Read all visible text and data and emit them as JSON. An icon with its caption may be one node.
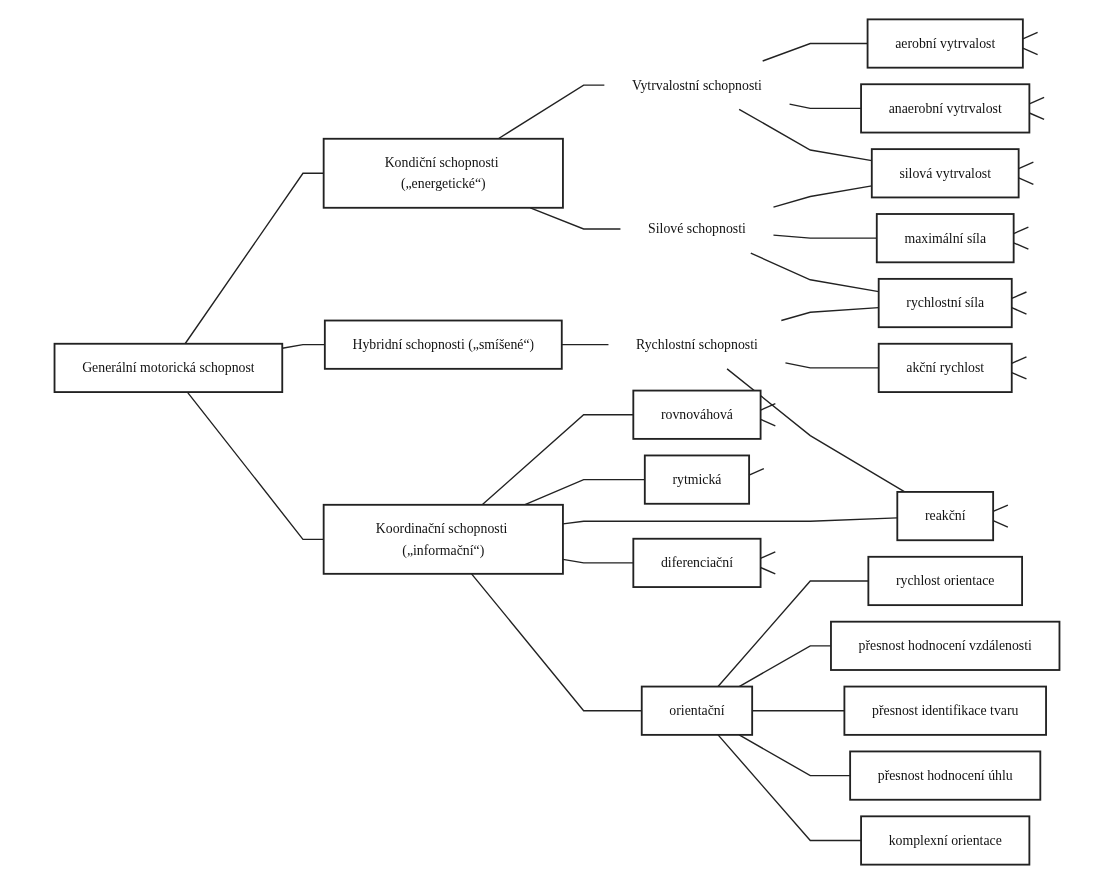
{
  "diagram": {
    "nodes": [
      {
        "text": [
          "Generální motorická schopnost"
        ]
      },
      {
        "text": [
          "Kondiční schopnosti („energetické“)"
        ]
      },
      {
        "text": [
          "Hybridní schopnosti („smíšené“)"
        ]
      },
      {
        "text": [
          "Koordinační schopnosti („informační“)"
        ]
      },
      {
        "text": [
          "Vytrvalostní schopnosti"
        ]
      },
      {
        "text": [
          "Silové schopnosti"
        ]
      },
      {
        "text": [
          "Rychlostní schopnosti"
        ]
      },
      {
        "text": [
          "aerobní vytrvalost"
        ]
      },
      {
        "text": [
          "anaerobní vytrvalost"
        ]
      },
      {
        "text": [
          "silová vytrvalost"
        ]
      },
      {
        "text": [
          "maximální síla"
        ]
      },
      {
        "text": [
          "rychlostní síla"
        ]
      },
      {
        "text": [
          "akční rychlost"
        ]
      },
      {
        "text": [
          "reakční"
        ]
      },
      {
        "text": [
          "rovnováhová"
        ]
      },
      {
        "text": [
          "rytmická"
        ]
      },
      {
        "text": [
          "orientační"
        ]
      },
      {
        "text": [
          "diferenciační"
        ]
      },
      {
        "text": [
          "rychlost orientace"
        ]
      },
      {
        "text": [
          "přesnost hodnocení vzdálenosti"
        ]
      },
      {
        "text": [
          "přesnost identifikace tvaru"
        ]
      },
      {
        "text": [
          "přesnost hodnocení úhlu"
        ]
      },
      {
        "text": [
          "komplexní orientace"
        ]
      }
    ],
    "edges": [
      {
        "from": 0,
        "to": 1,
        "arrow": "none"
      },
      {
        "from": 0,
        "to": 2,
        "arrow": "none"
      },
      {
        "from": 0,
        "to": 3,
        "arrow": "none"
      },
      {
        "from": 1,
        "to": 4,
        "arrow": "none"
      },
      {
        "from": 1,
        "to": 5,
        "arrow": "none"
      },
      {
        "from": 2,
        "to": 6,
        "arrow": "none"
      },
      {
        "from": 4,
        "to": 7,
        "arrow": "none"
      },
      {
        "from": 4,
        "to": 8,
        "arrow": "none"
      },
      {
        "from": 4,
        "to": 9,
        "arrow": "none"
      },
      {
        "from": 5,
        "to": 9,
        "arrow": "none"
      },
      {
        "from": 5,
        "to": 10,
        "arrow": "none"
      },
      {
        "from": 5,
        "to": 11,
        "arrow": "none"
      },
      {
        "from": 6,
        "to": 11,
        "arrow": "none"
      },
      {
        "from": 6,
        "to": 12,
        "arrow": "none"
      },
      {
        "from": 6,
        "to": 13,
        "arrow": "none"
      },
      {
        "from": 3,
        "to": 13,
        "arrow": "none"
      },
      {
        "from": 3,
        "to": 14,
        "arrow": "none"
      },
      {
        "from": 3,
        "to": 15,
        "arrow": "none"
      },
      {
        "from": 3,
        "to": 16,
        "arrow": "none"
      },
      {
        "from": 3,
        "to": 17,
        "arrow": "none"
      },
      {
        "from": 16,
        "to": 18,
        "arrow": "none"
      },
      {
        "from": 16,
        "to": 19,
        "arrow": "none"
      },
      {
        "from": 16,
        "to": 20,
        "arrow": "none"
      },
      {
        "from": 16,
        "to": 21,
        "arrow": "none"
      },
      {
        "from": 16,
        "to": 22,
        "arrow": "none"
      },
      {
        "from": 7,
        "to": null,
        "arrow": "none"
      },
      {
        "from": 7,
        "to": null,
        "arrow": "none"
      },
      {
        "from": 8,
        "to": null,
        "arrow": "none"
      },
      {
        "from": 8,
        "to": null,
        "arrow": "none"
      },
      {
        "from": 9,
        "to": null,
        "arrow": "none"
      },
      {
        "from": 9,
        "to": null,
        "arrow": "none"
      },
      {
        "from": 10,
        "to": null,
        "arrow": "none"
      },
      {
        "from": 10,
        "to": null,
        "arrow": "none"
      },
      {
        "from": 11,
        "to": null,
        "arrow": "none"
      },
      {
        "from": 11,
        "to": null,
        "arrow": "none"
      },
      {
        "from": 12,
        "to": null,
        "arrow": "none"
      },
      {
        "from": 12,
        "to": null,
        "arrow": "none"
      },
      {
        "from": 13,
        "to": null,
        "arrow": "none"
      },
      {
        "from": 13,
        "to": null,
        "arrow": "none"
      },
      {
        "from": 14,
        "to": null,
        "arrow": "none"
      },
      {
        "from": 14,
        "to": null,
        "arrow": "none"
      },
      {
        "from": 15,
        "to": null,
        "arrow": "none"
      },
      {
        "from": 17,
        "to": null,
        "arrow": "none"
      },
      {
        "from": 17,
        "to": null,
        "arrow": "none"
      }
    ]
  }
}
